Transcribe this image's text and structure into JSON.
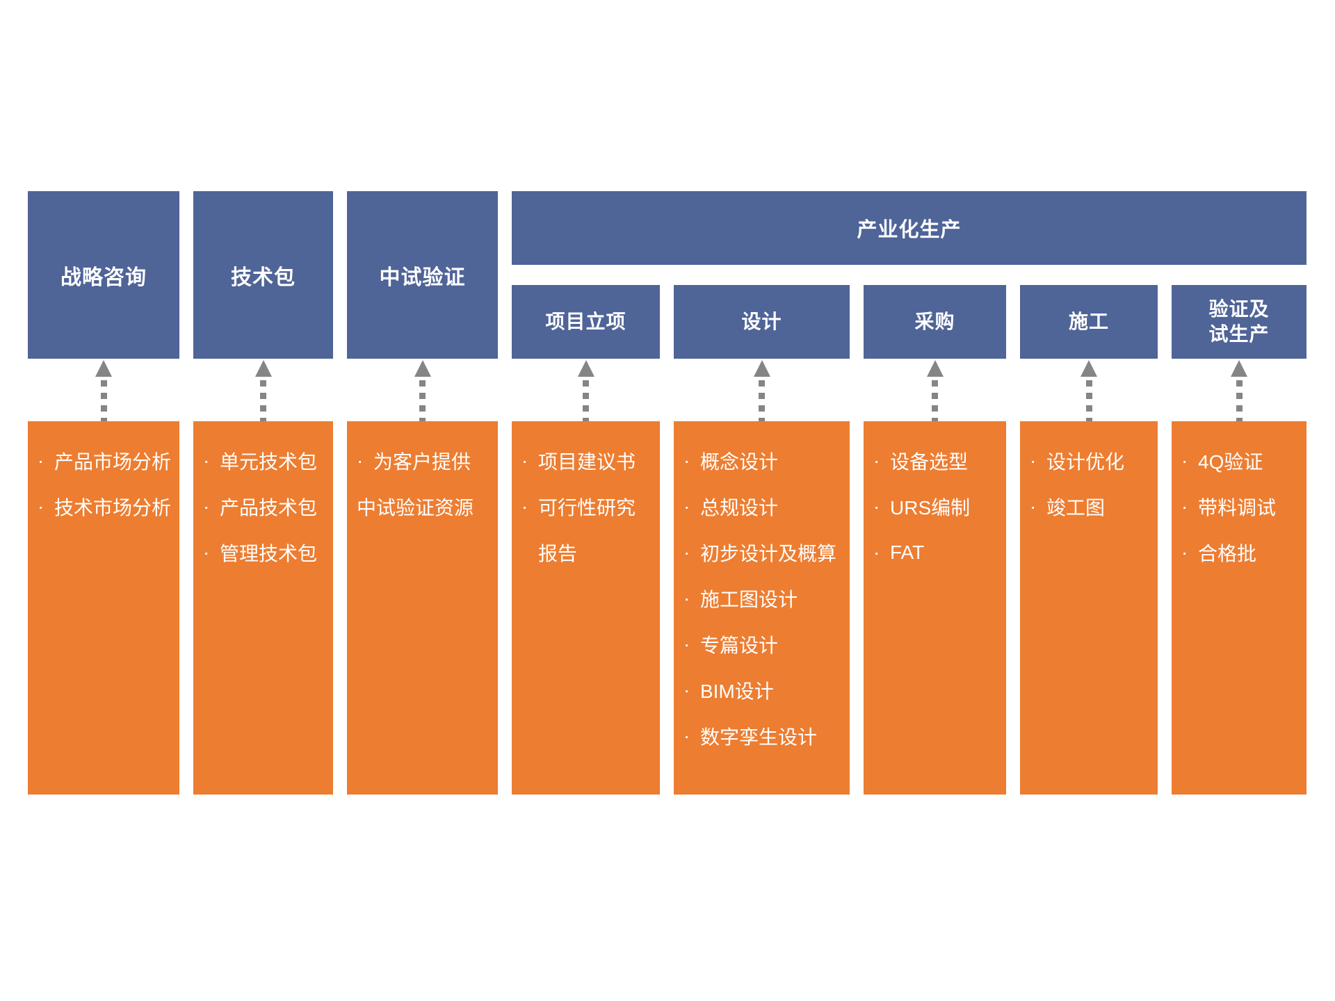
{
  "palette": {
    "header_blue": "#4F6497",
    "body_orange": "#ED7D31",
    "arrow_gray": "#858585",
    "text_white": "#FFFFFF"
  },
  "top_row": {
    "standalone": [
      {
        "label": "战略咨询"
      },
      {
        "label": "技术包"
      },
      {
        "label": "中试验证"
      }
    ],
    "group": {
      "label": "产业化生产",
      "sub": [
        {
          "label": "项目立项"
        },
        {
          "label": "设计"
        },
        {
          "label": "采购"
        },
        {
          "label": "施工"
        },
        {
          "label": "验证及\n试生产"
        }
      ]
    }
  },
  "columns": [
    {
      "name": "战略咨询",
      "items": [
        {
          "bullet": "·",
          "text": "产品市场分析"
        },
        {
          "bullet": "·",
          "text": "技术市场分析"
        }
      ]
    },
    {
      "name": "技术包",
      "items": [
        {
          "bullet": "·",
          "text": "单元技术包"
        },
        {
          "bullet": "·",
          "text": "产品技术包"
        },
        {
          "bullet": "·",
          "text": "管理技术包"
        }
      ]
    },
    {
      "name": "中试验证",
      "items": [
        {
          "bullet": "·",
          "text": "为客户提供"
        },
        {
          "bullet": "",
          "text": "中试验证资源"
        }
      ]
    },
    {
      "name": "项目立项",
      "items": [
        {
          "bullet": "·",
          "text": "项目建议书"
        },
        {
          "bullet": "·",
          "text": "可行性研究"
        },
        {
          "bullet": "",
          "text": "报告"
        }
      ]
    },
    {
      "name": "设计",
      "items": [
        {
          "bullet": "·",
          "text": "概念设计"
        },
        {
          "bullet": "·",
          "text": "总规设计"
        },
        {
          "bullet": "·",
          "text": "初步设计及概算"
        },
        {
          "bullet": "·",
          "text": "施工图设计"
        },
        {
          "bullet": "·",
          "text": "专篇设计"
        },
        {
          "bullet": "·",
          "text": "BIM设计"
        },
        {
          "bullet": "·",
          "text": "数字孪生设计"
        }
      ]
    },
    {
      "name": "采购",
      "items": [
        {
          "bullet": "·",
          "text": "设备选型"
        },
        {
          "bullet": "·",
          "text": "URS编制"
        },
        {
          "bullet": "·",
          "text": "FAT"
        }
      ]
    },
    {
      "name": "施工",
      "items": [
        {
          "bullet": "·",
          "text": "设计优化"
        },
        {
          "bullet": "·",
          "text": "竣工图"
        }
      ]
    },
    {
      "name": "验证及试生产",
      "items": [
        {
          "bullet": "·",
          "text": "4Q验证"
        },
        {
          "bullet": "·",
          "text": "带料调试"
        },
        {
          "bullet": "·",
          "text": "合格批"
        }
      ]
    }
  ]
}
